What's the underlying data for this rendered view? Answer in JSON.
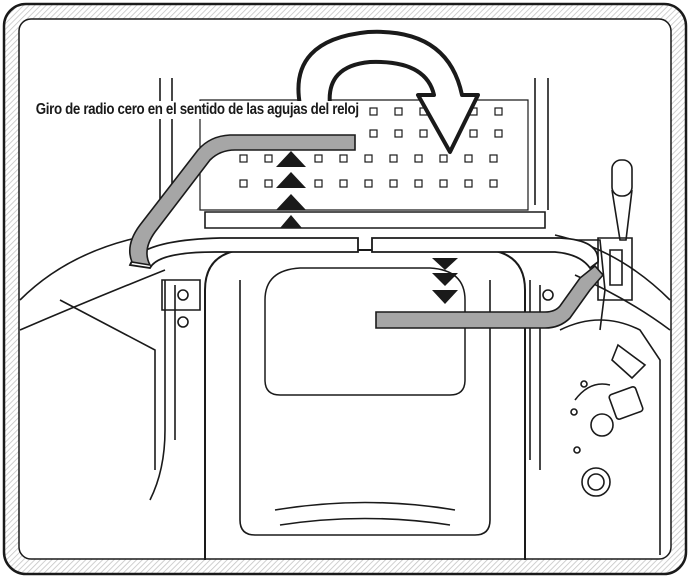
{
  "caption": "Giro de radio cero en el sentido de las agujas del reloj",
  "icons": [
    "clockwise-arrow-icon",
    "forward-chevrons-icon",
    "reverse-chevrons-icon",
    "left-control-lever",
    "right-control-lever",
    "throttle-lever",
    "ignition-switch",
    "blade-knob"
  ],
  "colors": {
    "lever": "#a6a6a6",
    "line": "#1a1a1a",
    "hatch": "#bdbdbd",
    "background": "#ffffff"
  }
}
